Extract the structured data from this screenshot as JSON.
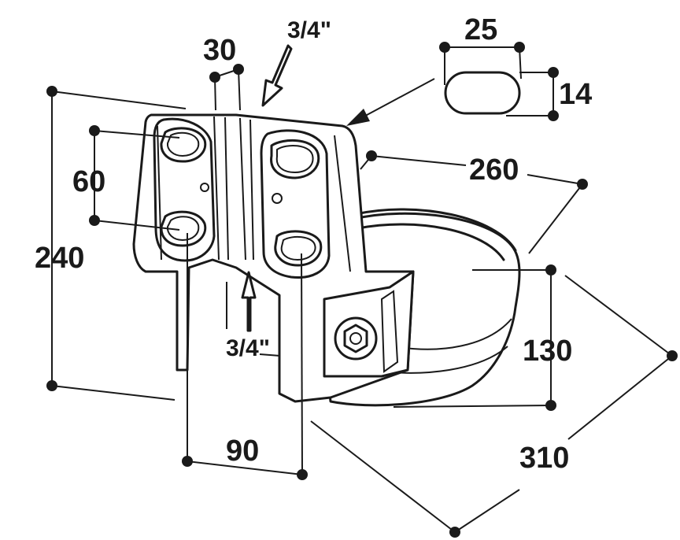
{
  "dimensions": {
    "width_top": "30",
    "inlet_top": "3/4\"",
    "slot_width": "25",
    "slot_height": "14",
    "hole_spacing": "60",
    "bowl_depth": "260",
    "height_total": "240",
    "height_bowl": "130",
    "inlet_bottom": "3/4\"",
    "base_spacing": "90",
    "bowl_width": "310"
  },
  "colors": {
    "ink": "#1a1a1a",
    "background": "#ffffff"
  }
}
